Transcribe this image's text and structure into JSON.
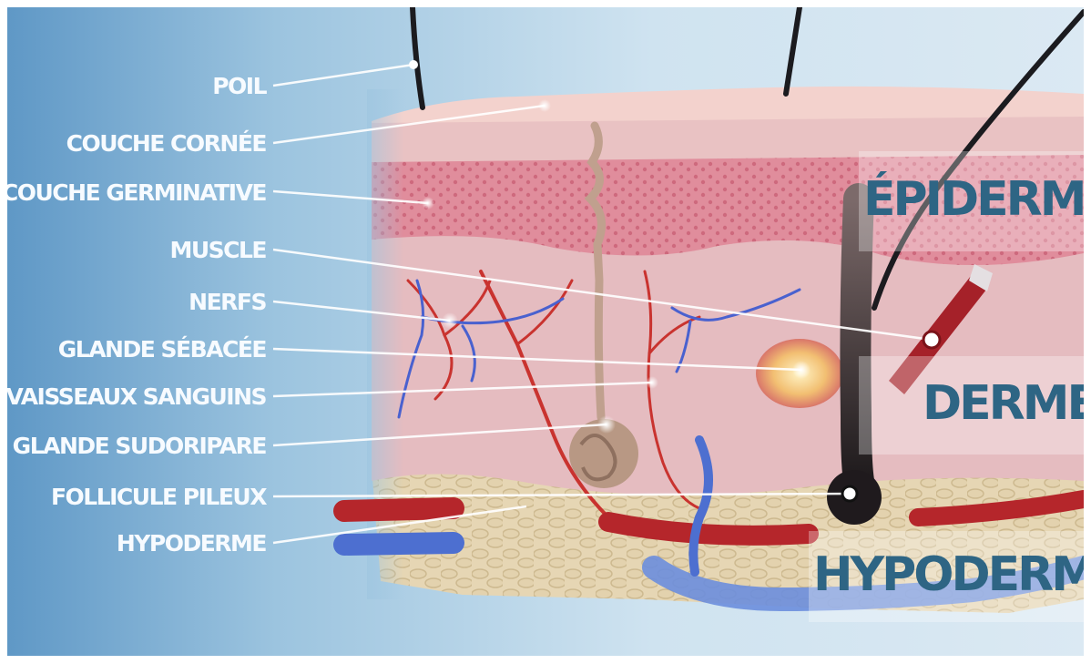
{
  "labels": {
    "poil": "POIL",
    "couche_cornee": "COUCHE CORNÉE",
    "couche_germinative": "COUCHE GERMINATIVE",
    "muscle": "MUSCLE",
    "nerfs": "NERFS",
    "glande_sebacee": "GLANDE SÉBACÉE",
    "vaisseaux_sanguins": "VAISSEAUX SANGUINS",
    "glande_sudoripare": "GLANDE SUDORIPARE",
    "follicule_pileux": "FOLLICULE PILEUX",
    "hypoderme": "HYPODERME"
  },
  "layers": {
    "epiderme": "ÉPIDERME",
    "derme": "DERME",
    "hypoderme": "HYPODERME"
  },
  "colors": {
    "background": "#cfe3f0",
    "epidermis_pink": "#d98c99",
    "dermis_pink": "#e3b8bd",
    "fat_yellow": "#dcc9a4",
    "artery_red": "#b5262b",
    "vein_blue": "#4d6fd0",
    "layer_text": "#2e6584"
  }
}
